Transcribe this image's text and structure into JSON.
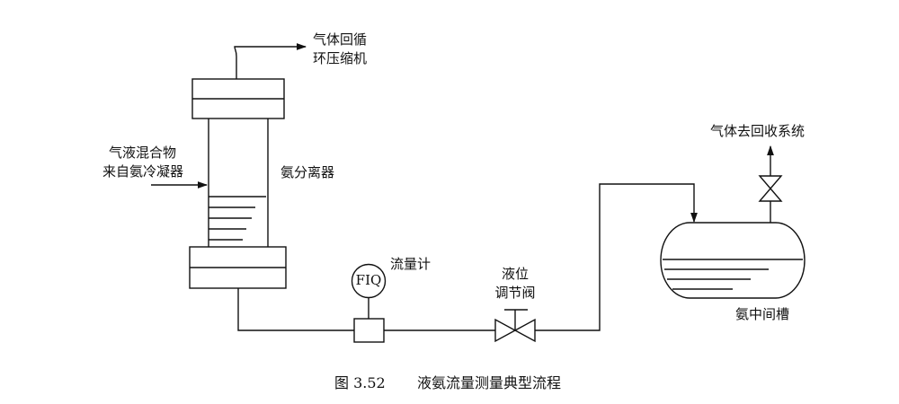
{
  "labels": {
    "gas_recycle_line1": "气体回循",
    "gas_recycle_line2": "环压缩机",
    "feed_line1": "气液混合物",
    "feed_line2": "来自氨冷凝器",
    "separator": "氨分离器",
    "flowmeter": "流量计",
    "fiq": "FIQ",
    "valve_line1": "液位",
    "valve_line2": "调节阀",
    "gas_recovery": "气体去回收系统",
    "intermediate_tank": "氨中间槽"
  },
  "caption": {
    "figure_number": "图 3.52",
    "title": "液氨流量测量典型流程"
  }
}
